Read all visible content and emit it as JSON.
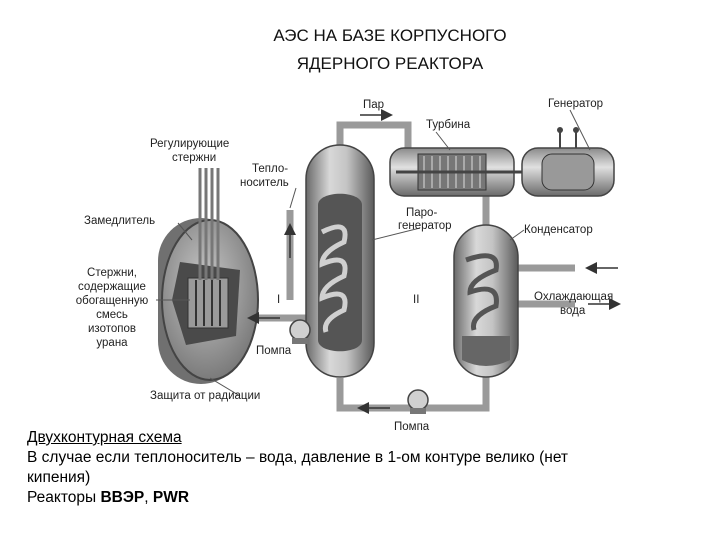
{
  "title": {
    "line1": "АЭС НА БАЗЕ КОРПУСНОГО",
    "line2": "ЯДЕРНОГО РЕАКТОРА"
  },
  "labels": {
    "steam": "Пар",
    "turbine": "Турбина",
    "generator": "Генератор",
    "control_rods_1": "Регулирующие",
    "control_rods_2": "стержни",
    "coolant_1": "Тепло-",
    "coolant_2": "носитель",
    "moderator": "Замедлитель",
    "steam_gen_1": "Паро-",
    "steam_gen_2": "генератор",
    "condenser": "Конденсатор",
    "fuel_rods_1": "Стержни,",
    "fuel_rods_2": "содержащие",
    "fuel_rods_3": "обогащенную",
    "fuel_rods_4": "смесь",
    "fuel_rods_5": "изотопов",
    "fuel_rods_6": "урана",
    "loop_1": "I",
    "loop_2": "II",
    "cooling_water_1": "Охлаждающая",
    "cooling_water_2": "вода",
    "pump_1": "Помпа",
    "pump_2": "Помпа",
    "shielding": "Защита от радиации"
  },
  "caption": {
    "heading": "Двухконтурная схема",
    "line1": "В случае если теплоноситель – вода, давление в 1-ом контуре велико (нет",
    "line2": "кипения)",
    "reactors_prefix": "Реакторы ",
    "reactor_a": "ВВЭР",
    "sep": ", ",
    "reactor_b": "PWR"
  }
}
